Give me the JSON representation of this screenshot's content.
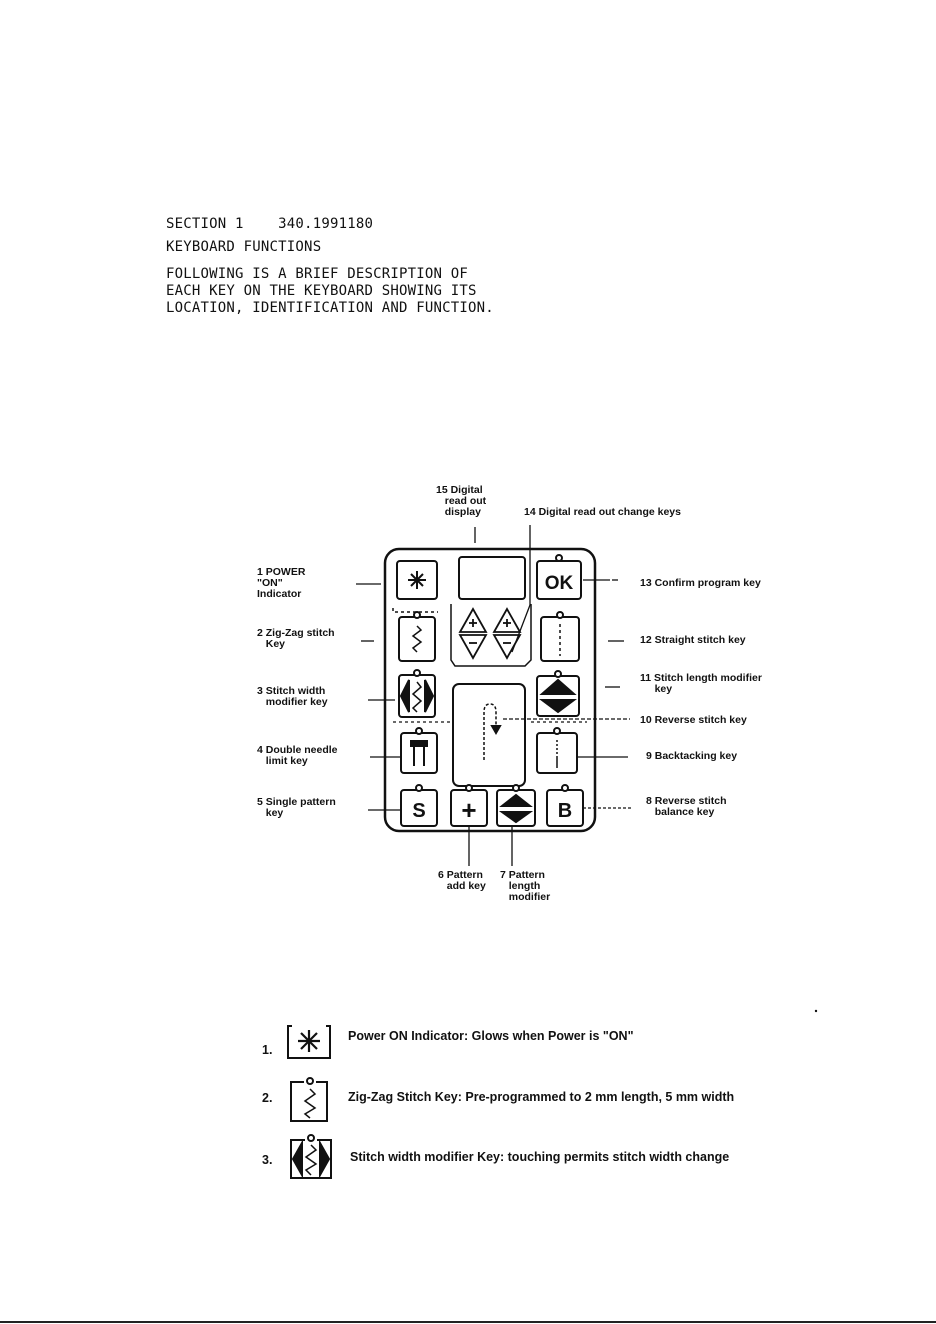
{
  "header": {
    "section_line": "SECTION 1    340.1991180",
    "title_line": "KEYBOARD FUNCTIONS",
    "intro_lines": [
      "FOLLOWING IS A BRIEF DESCRIPTION OF",
      "EACH KEY ON THE KEYBOARD SHOWING ITS",
      "LOCATION, IDENTIFICATION AND FUNCTION."
    ]
  },
  "diagram": {
    "callouts": {
      "c1": "1 POWER\n\"ON\"\nIndicator",
      "c2": "2 Zig-Zag stitch\n   Key",
      "c3": "3 Stitch width\n   modifier key",
      "c4": "4 Double needle\n   limit key",
      "c5": "5 Single pattern\n   key",
      "c6": "6 Pattern\n   add key",
      "c7": "7 Pattern\n   length\n   modifier",
      "c8": "8 Reverse stitch\n   balance key",
      "c9": "9 Backtacking key",
      "c10": "10 Reverse stitch key",
      "c11": "11 Stitch length modifier\n     key",
      "c12": "12 Straight stitch key",
      "c13": "13 Confirm program key",
      "c14": "14 Digital read out change keys",
      "c15": "15 Digital\n   read out\n   display"
    },
    "key_glyphs": {
      "ok": "OK",
      "single": "S",
      "balance": "B",
      "add": "+"
    }
  },
  "legend": [
    {
      "number": "1.",
      "text": "Power ON Indicator: Glows when Power is \"ON\""
    },
    {
      "number": "2.",
      "text": "Zig-Zag Stitch Key: Pre-programmed to 2 mm length, 5 mm width"
    },
    {
      "number": "3.",
      "text": "Stitch width modifier Key: touching permits stitch width change"
    }
  ]
}
